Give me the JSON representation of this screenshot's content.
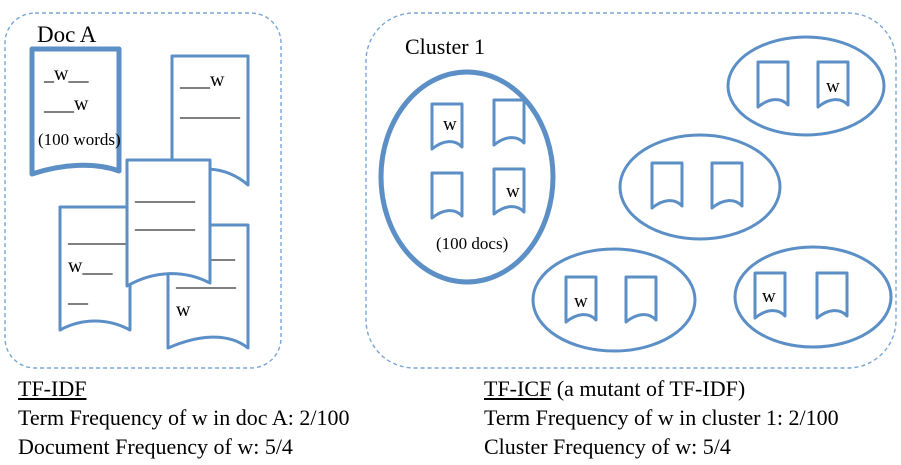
{
  "colors": {
    "stroke": "#5b8fc6",
    "dash": "#7aa6d4",
    "text": "#000000"
  },
  "icons": [
    "document-icon"
  ],
  "doc_a": {
    "label": "Doc A",
    "main_doc": {
      "line1": "_w__",
      "line2": "___w",
      "note": "(100 words)"
    },
    "doc2": {
      "line1": "___w",
      "line2": "______"
    },
    "doc3": {
      "line1": "______",
      "line2": "______"
    },
    "doc4": {
      "line1": "______",
      "line2": "w___",
      "line3": "__"
    },
    "doc5": {
      "line1": "___",
      "line2": "______",
      "line3": "w"
    }
  },
  "clusters": {
    "label": "Cluster 1",
    "cluster1_note": "(100  docs)",
    "word": "w"
  },
  "tf_idf": {
    "title": "TF-IDF",
    "line1": "Term Frequency of w in doc A: 2/100",
    "line2": "Document Frequency of w: 5/4"
  },
  "tf_icf": {
    "title": "TF-ICF",
    "subtitle": " (a mutant of TF-IDF)",
    "line1": "Term Frequency of w in cluster 1: 2/100",
    "line2": "Cluster Frequency of w: 5/4"
  }
}
